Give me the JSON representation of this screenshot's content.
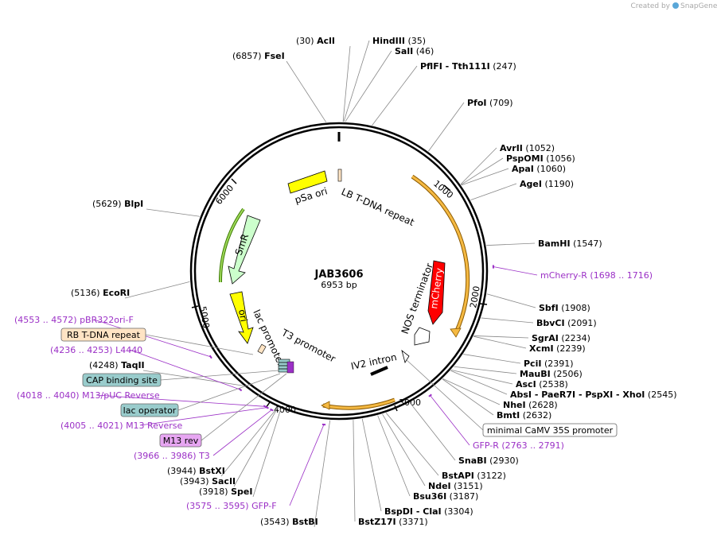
{
  "credit": {
    "created_by": "Created by",
    "brand": "SnapGene"
  },
  "plasmid": {
    "name": "JAB3606",
    "length": 6953,
    "length_label": "6953 bp"
  },
  "ticks": [
    "1000",
    "2000",
    "3000",
    "4000",
    "5000",
    "6000"
  ],
  "colors": {
    "primer": "#9b30c6",
    "backbone": "#000000",
    "orange_feature": "#f5a623",
    "yellow_feature": "#ffff00",
    "red_feature": "#ff0000",
    "green_feature": "#ccffcc"
  },
  "sites": [
    {
      "id": "acli",
      "pos": 30,
      "name": "AclI",
      "num": "(30)"
    },
    {
      "id": "hindiii",
      "pos": 35,
      "name": "HindIII",
      "num": "(35)"
    },
    {
      "id": "sali",
      "pos": 46,
      "name": "SalI",
      "num": "(46)"
    },
    {
      "id": "pflfi",
      "pos": 247,
      "name": "PflFI - Tth111I",
      "num": "(247)"
    },
    {
      "id": "pfoi",
      "pos": 709,
      "name": "PfoI",
      "num": "(709)"
    },
    {
      "id": "avrii",
      "pos": 1052,
      "name": "AvrII",
      "num": "(1052)"
    },
    {
      "id": "pspomi",
      "pos": 1056,
      "name": "PspOMI",
      "num": "(1056)"
    },
    {
      "id": "apai",
      "pos": 1060,
      "name": "ApaI",
      "num": "(1060)"
    },
    {
      "id": "agei",
      "pos": 1190,
      "name": "AgeI",
      "num": "(1190)"
    },
    {
      "id": "bamhi",
      "pos": 1547,
      "name": "BamHI",
      "num": "(1547)"
    },
    {
      "id": "sbfi",
      "pos": 1908,
      "name": "SbfI",
      "num": "(1908)"
    },
    {
      "id": "bbvci",
      "pos": 2091,
      "name": "BbvCI",
      "num": "(2091)"
    },
    {
      "id": "sgrai",
      "pos": 2234,
      "name": "SgrAI",
      "num": "(2234)"
    },
    {
      "id": "xcmi",
      "pos": 2239,
      "name": "XcmI",
      "num": "(2239)"
    },
    {
      "id": "pcii",
      "pos": 2391,
      "name": "PciI",
      "num": "(2391)"
    },
    {
      "id": "maubi",
      "pos": 2506,
      "name": "MauBI",
      "num": "(2506)"
    },
    {
      "id": "asci",
      "pos": 2538,
      "name": "AscI",
      "num": "(2538)"
    },
    {
      "id": "absi",
      "pos": 2545,
      "name": "AbsI - PaeR7I - PspXI - XhoI",
      "num": "(2545)"
    },
    {
      "id": "nhei",
      "pos": 2628,
      "name": "NheI",
      "num": "(2628)"
    },
    {
      "id": "bmti",
      "pos": 2632,
      "name": "BmtI",
      "num": "(2632)"
    },
    {
      "id": "snabi",
      "pos": 2930,
      "name": "SnaBI",
      "num": "(2930)"
    },
    {
      "id": "bstapi",
      "pos": 3122,
      "name": "BstAPI",
      "num": "(3122)"
    },
    {
      "id": "ndei",
      "pos": 3151,
      "name": "NdeI",
      "num": "(3151)"
    },
    {
      "id": "bsu36i",
      "pos": 3187,
      "name": "Bsu36I",
      "num": "(3187)"
    },
    {
      "id": "bspdi",
      "pos": 3304,
      "name": "BspDI - ClaI",
      "num": "(3304)"
    },
    {
      "id": "bstz17i",
      "pos": 3371,
      "name": "BstZ17I",
      "num": "(3371)"
    },
    {
      "id": "bstbi",
      "pos": 3543,
      "name": "BstBI",
      "num": "(3543)"
    },
    {
      "id": "spei",
      "pos": 3918,
      "name": "SpeI",
      "num": "(3918)"
    },
    {
      "id": "sacii",
      "pos": 3943,
      "name": "SacII",
      "num": "(3943)"
    },
    {
      "id": "bstxi",
      "pos": 3944,
      "name": "BstXI",
      "num": "(3944)"
    },
    {
      "id": "taqii",
      "pos": 4248,
      "name": "TaqII",
      "num": "(4248)"
    },
    {
      "id": "ecori",
      "pos": 5136,
      "name": "EcoRI",
      "num": "(5136)"
    },
    {
      "id": "blpi",
      "pos": 5629,
      "name": "BlpI",
      "num": "(5629)"
    },
    {
      "id": "fsei",
      "pos": 6857,
      "name": "FseI",
      "num": "(6857)"
    }
  ],
  "primers": [
    {
      "id": "mcherry-r",
      "pos": 1707,
      "name": "mCherry-R",
      "range": "(1698 .. 1716)"
    },
    {
      "id": "gfp-r",
      "pos": 2777,
      "name": "GFP-R",
      "range": "(2763 .. 2791)"
    },
    {
      "id": "gfp-f",
      "pos": 3585,
      "name": "GFP-F",
      "range": "(3575 .. 3595)"
    },
    {
      "id": "t3",
      "pos": 3976,
      "name": "T3",
      "range": "(3966 .. 3986)"
    },
    {
      "id": "m13-reverse",
      "pos": 4013,
      "name": "M13 Reverse",
      "range": "(4005 .. 4021)"
    },
    {
      "id": "m13-puc-reverse",
      "pos": 4029,
      "name": "M13/pUC Reverse",
      "range": "(4018 .. 4040)"
    },
    {
      "id": "l4440",
      "pos": 4244,
      "name": "L4440",
      "range": "(4236 .. 4253)"
    },
    {
      "id": "pbr322ori-f",
      "pos": 4562,
      "name": "pBR322ori-F",
      "range": "(4553 .. 4572)"
    }
  ],
  "boxed_features": [
    {
      "id": "rb-t-dna-repeat",
      "label": "RB T-DNA repeat",
      "fill": "#ffe4c4"
    },
    {
      "id": "cap-binding-site",
      "label": "CAP binding site",
      "fill": "#99cccc"
    },
    {
      "id": "lac-operator",
      "label": "lac operator",
      "fill": "#99cccc"
    },
    {
      "id": "m13-rev",
      "label": "M13 rev",
      "fill": "#e7a6f2"
    },
    {
      "id": "minimal-camv-35s-promoter",
      "label": "minimal CaMV 35S promoter",
      "fill": "#ffffff"
    }
  ],
  "inner_features": [
    {
      "id": "psa-ori",
      "label": "pSa ori"
    },
    {
      "id": "lb-t-dna-repeat",
      "label": "LB T-DNA repeat"
    },
    {
      "id": "smr",
      "label": "SmR"
    },
    {
      "id": "ori",
      "label": "ori"
    },
    {
      "id": "lac-promoter",
      "label": "lac promoter"
    },
    {
      "id": "t3-promoter",
      "label": "T3 promoter"
    },
    {
      "id": "iv2-intron",
      "label": "IV2 intron"
    },
    {
      "id": "nos-terminator",
      "label": "NOS terminator"
    },
    {
      "id": "mcherry",
      "label": "mCherry"
    }
  ]
}
